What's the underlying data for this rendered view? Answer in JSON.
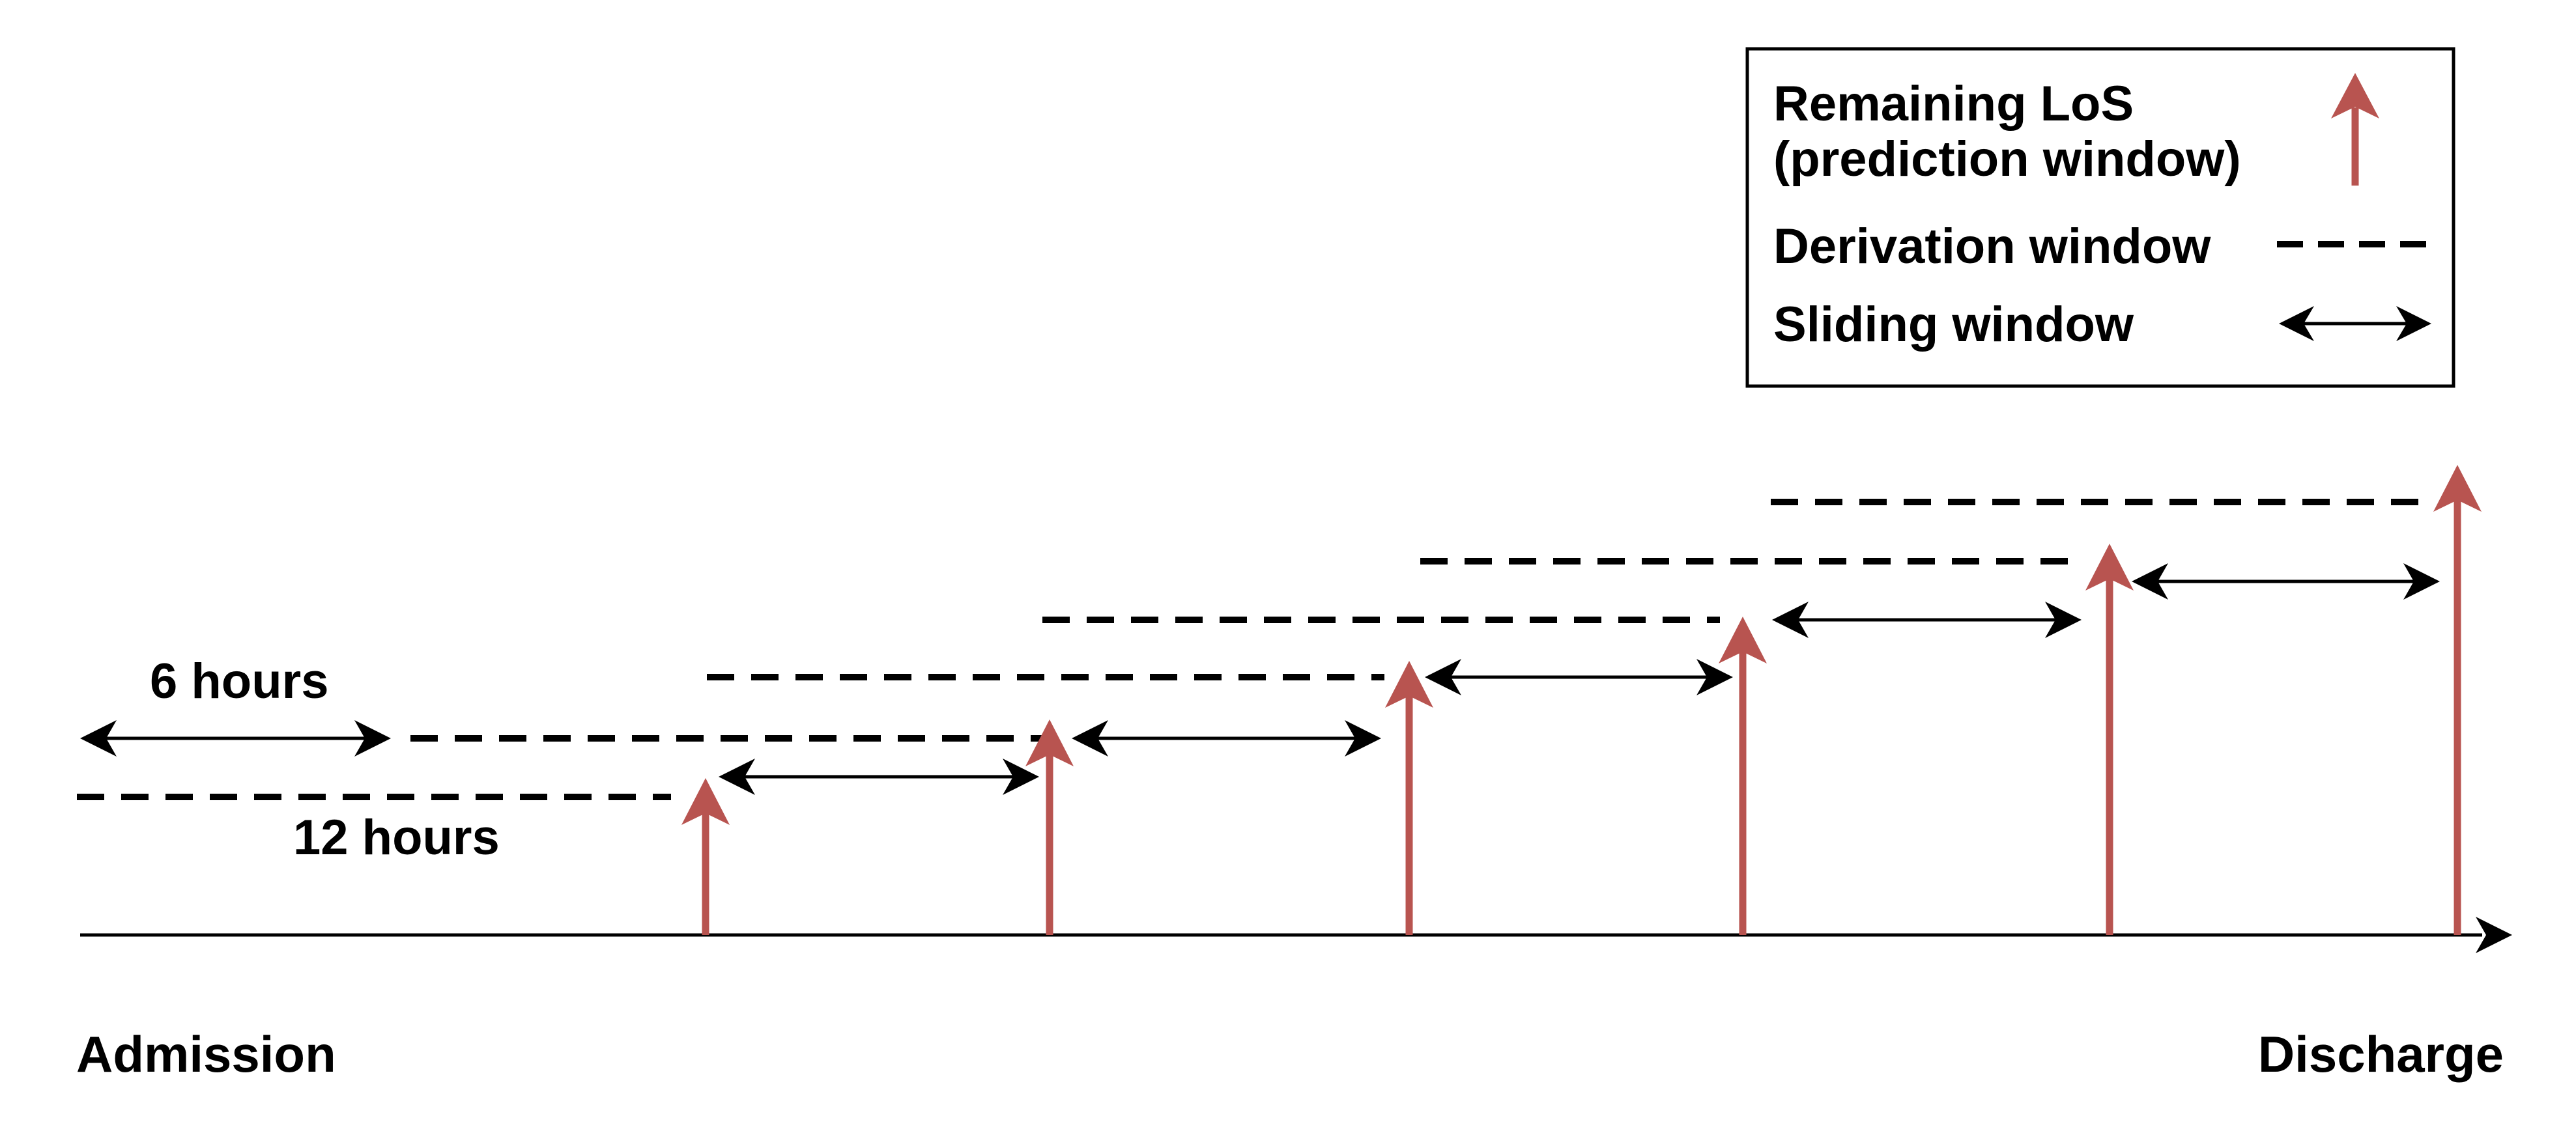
{
  "colors": {
    "arrow": "#b85450",
    "line": "#000000",
    "background": "#ffffff"
  },
  "legend": {
    "remaining_los_line1": "Remaining LoS",
    "remaining_los_line2": "(prediction window)",
    "derivation": "Derivation window",
    "sliding": "Sliding window"
  },
  "labels": {
    "six_hours": "6 hours",
    "twelve_hours": "12 hours",
    "admission": "Admission",
    "discharge": "Discharge"
  }
}
